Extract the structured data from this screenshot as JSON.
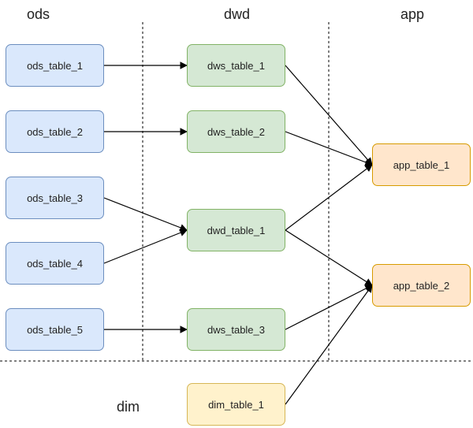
{
  "headers": {
    "ods": "ods",
    "dwd": "dwd",
    "app": "app",
    "dim": "dim"
  },
  "nodes": {
    "ods_table_1": "ods_table_1",
    "ods_table_2": "ods_table_2",
    "ods_table_3": "ods_table_3",
    "ods_table_4": "ods_table_4",
    "ods_table_5": "ods_table_5",
    "dws_table_1": "dws_table_1",
    "dws_table_2": "dws_table_2",
    "dwd_table_1": "dwd_table_1",
    "dws_table_3": "dws_table_3",
    "dim_table_1": "dim_table_1",
    "app_table_1": "app_table_1",
    "app_table_2": "app_table_2"
  },
  "colors": {
    "ods_fill": "#dae8fc",
    "ods_stroke": "#6c8ebf",
    "dwd_fill": "#d5e8d4",
    "dwd_stroke": "#82b366",
    "app_fill": "#ffe6cc",
    "app_stroke": "#d79b00",
    "dim_fill": "#fff2cc",
    "dim_stroke": "#d6b656"
  },
  "edges": [
    [
      "ods_table_1",
      "dws_table_1"
    ],
    [
      "ods_table_2",
      "dws_table_2"
    ],
    [
      "ods_table_3",
      "dwd_table_1"
    ],
    [
      "ods_table_4",
      "dwd_table_1"
    ],
    [
      "ods_table_5",
      "dws_table_3"
    ],
    [
      "dws_table_1",
      "app_table_1"
    ],
    [
      "dws_table_2",
      "app_table_1"
    ],
    [
      "dwd_table_1",
      "app_table_1"
    ],
    [
      "dwd_table_1",
      "app_table_2"
    ],
    [
      "dws_table_3",
      "app_table_2"
    ],
    [
      "dim_table_1",
      "app_table_2"
    ]
  ]
}
